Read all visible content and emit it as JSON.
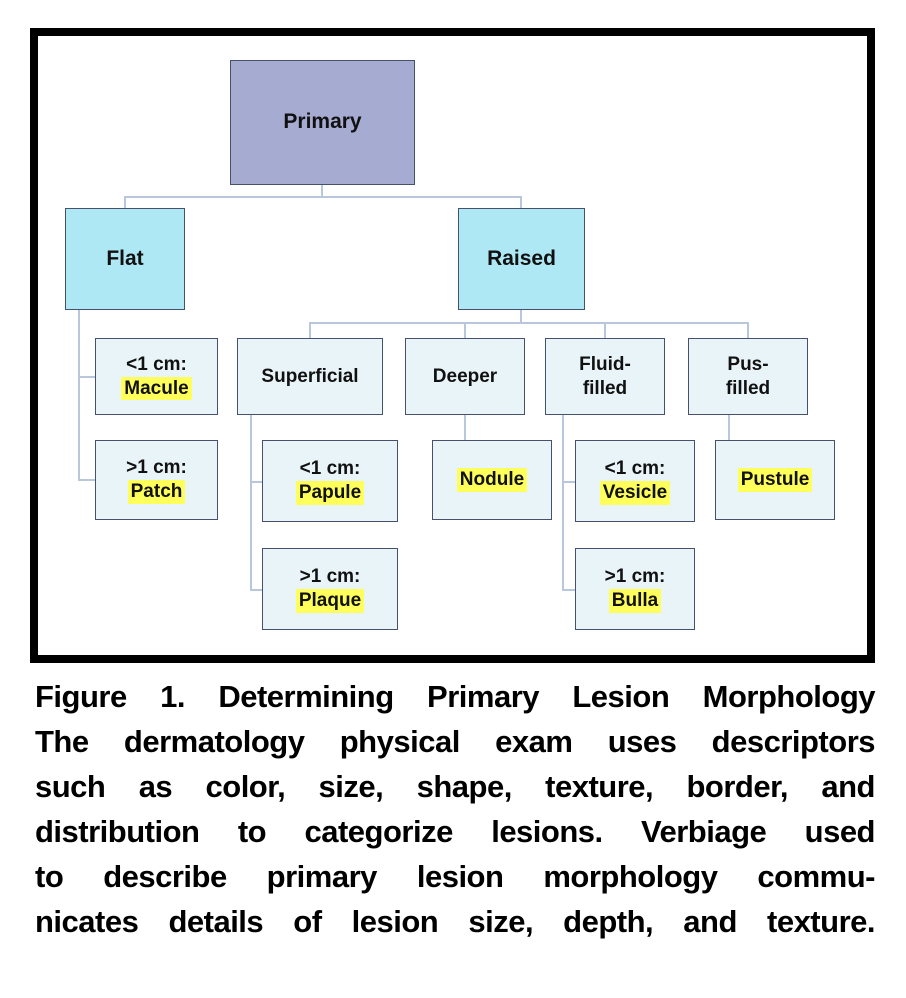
{
  "figure": {
    "caption": {
      "lines": [
        "Figure 1. Determining Primary Lesion Morphology",
        "The dermatology physical exam uses descriptors",
        "such as color, size, shape, texture, border, and",
        "distribution to categorize lesions. Verbiage used",
        "to describe primary lesion morphology commu-",
        "nicates details of lesion size, depth, and texture."
      ]
    }
  },
  "diagram": {
    "nodes": {
      "primary": {
        "label": "Primary"
      },
      "flat": {
        "label": "Flat"
      },
      "raised": {
        "label": "Raised"
      },
      "macule": {
        "size": "<1 cm:",
        "term": "Macule"
      },
      "patch": {
        "size": ">1 cm:",
        "term": "Patch"
      },
      "superficial": {
        "label": "Superficial"
      },
      "deeper": {
        "label": "Deeper"
      },
      "fluid_filled": {
        "line1": "Fluid-",
        "line2": "filled"
      },
      "pus_filled": {
        "line1": "Pus-",
        "line2": "filled"
      },
      "papule": {
        "size": "<1 cm:",
        "term": "Papule"
      },
      "plaque": {
        "size": ">1 cm:",
        "term": "Plaque"
      },
      "nodule": {
        "term": "Nodule"
      },
      "vesicle": {
        "size": "<1 cm:",
        "term": "Vesicle"
      },
      "bulla": {
        "size": ">1 cm:",
        "term": "Bulla"
      },
      "pustule": {
        "term": "Pustule"
      }
    },
    "colors": {
      "root_fill": "#a6abd1",
      "branch_fill": "#aee8f4",
      "leaf_fill": "#e9f4f8",
      "highlight": "#ffff5c",
      "connector": "#b9c7dd",
      "border": "#46526d"
    }
  }
}
